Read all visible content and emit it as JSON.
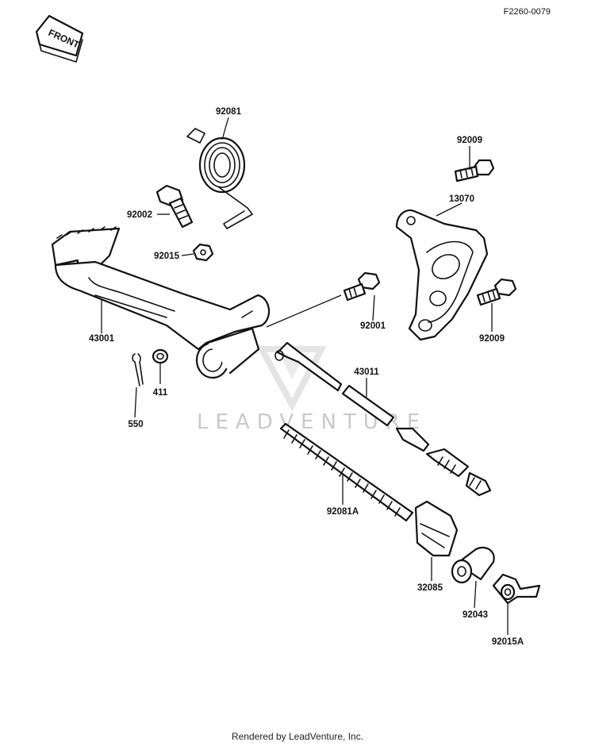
{
  "diagram_code": "F2260-0079",
  "front_arrow_label": "FRONT",
  "watermark_text": "LEADVENTURE",
  "footer_text": "Rendered by LeadVenture, Inc.",
  "parts": {
    "p92081": "92081",
    "p92002": "92002",
    "p92015": "92015",
    "p43001": "43001",
    "p411": "411",
    "p550": "550",
    "p92009a": "92009",
    "p13070": "13070",
    "p92001": "92001",
    "p92009b": "92009",
    "p43011": "43011",
    "p92081A": "92081A",
    "p32085": "32085",
    "p92043": "92043",
    "p92015A": "92015A"
  }
}
